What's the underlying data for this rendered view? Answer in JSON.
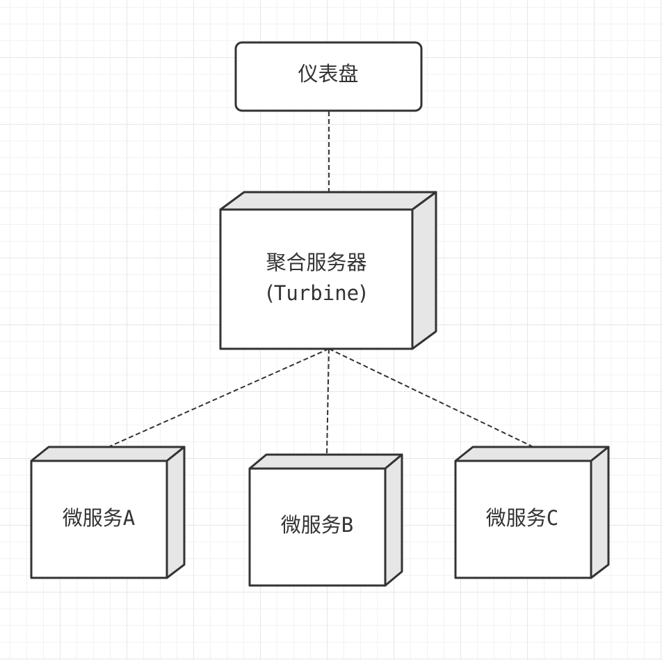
{
  "diagram": {
    "dashboard": {
      "label": "仪表盘"
    },
    "aggregator": {
      "label_line1": "聚合服务器",
      "label_line2_open": "(",
      "label_line2_mono": "Turbine",
      "label_line2_close": ")"
    },
    "services": [
      {
        "label_cn": "微服务",
        "label_letter": "A"
      },
      {
        "label_cn": "微服务",
        "label_letter": "B"
      },
      {
        "label_cn": "微服务",
        "label_letter": "C"
      }
    ]
  }
}
